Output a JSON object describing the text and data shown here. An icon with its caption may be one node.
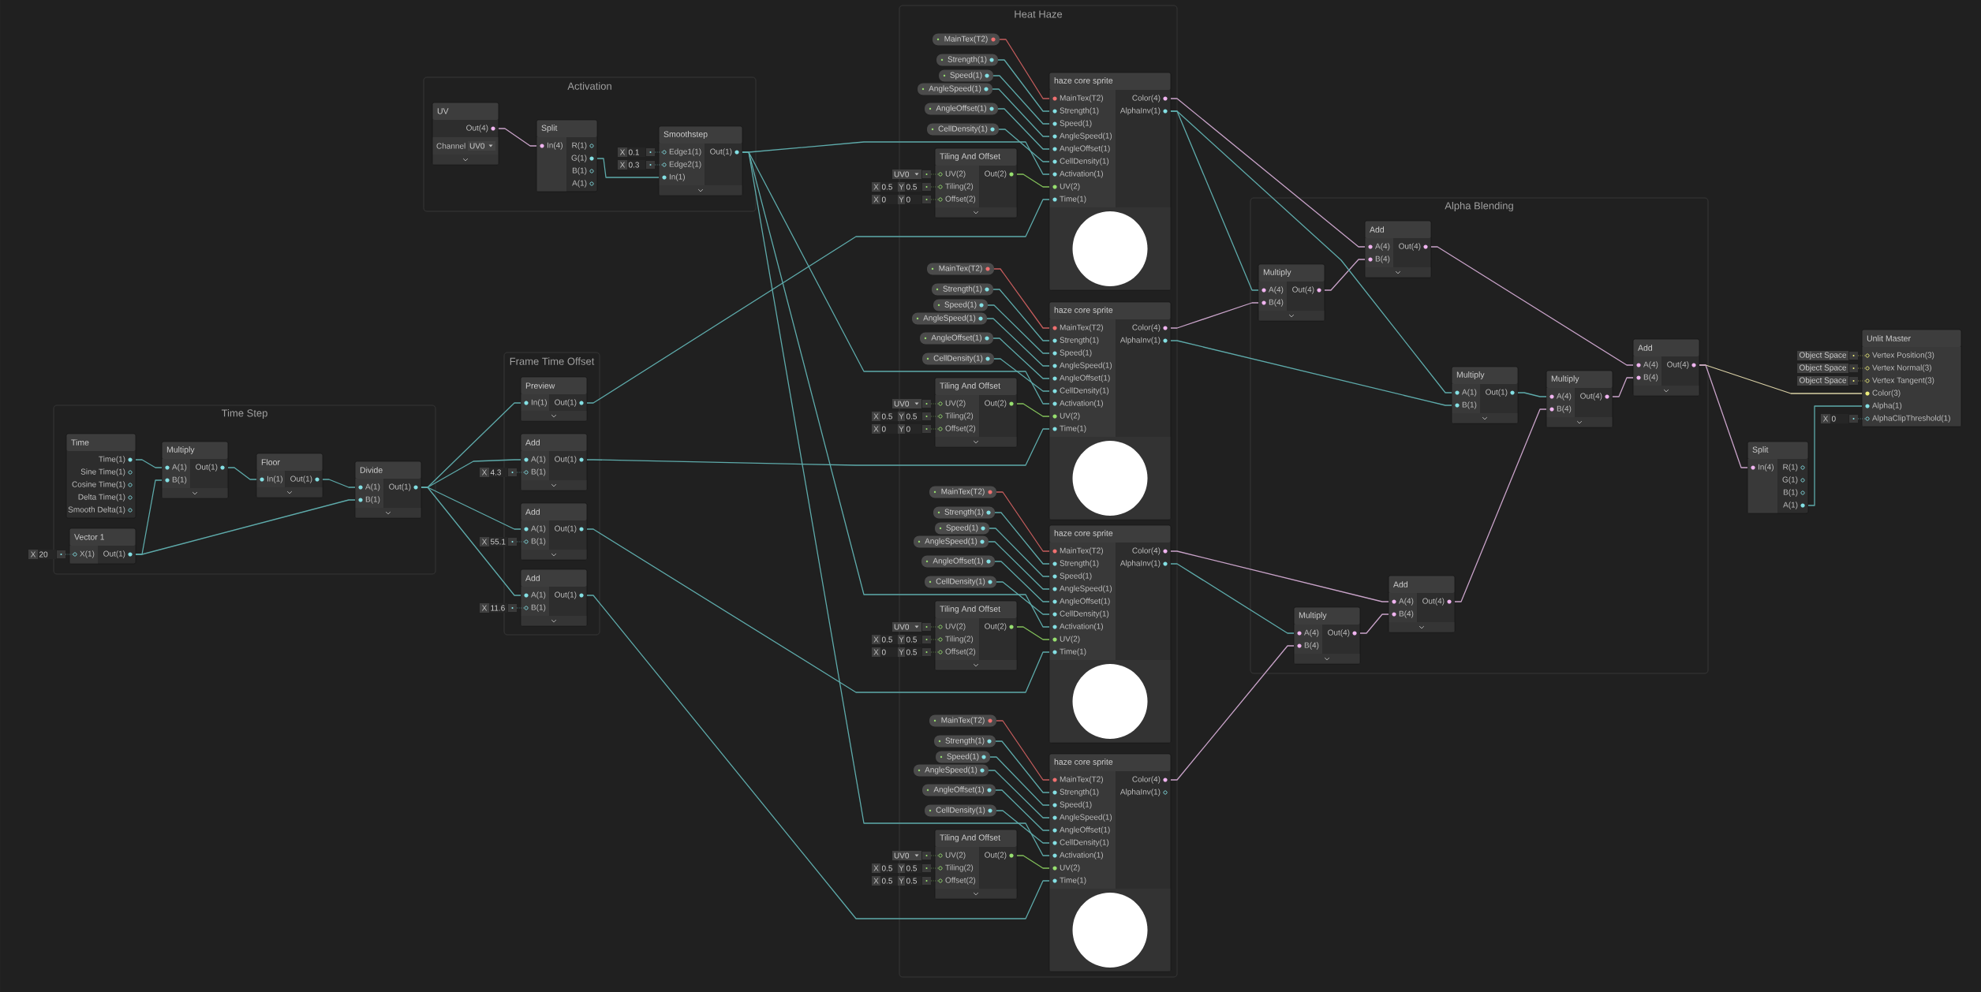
{
  "diagram": {
    "nodes": [
      {
        "text": [
          "Activation"
        ]
      },
      {
        "text": [
          "UV",
          "Out(4)",
          "Channel",
          "UV0"
        ],
        "in": 0
      },
      {
        "text": [
          "Split",
          "In(4)",
          "R(1)",
          "G(1)",
          "B(1)",
          "A(1)"
        ],
        "in": 0
      },
      {
        "text": [
          "Smoothstep",
          "Edge1(1)",
          "Edge2(1)",
          "In(1)",
          "Out(1)"
        ],
        "beside": [
          "X",
          "0.1",
          "X",
          "0.3"
        ],
        "in": 0
      },
      {
        "text": [
          "Time Step"
        ]
      },
      {
        "text": [
          "Time",
          "Time(1)",
          "Sine Time(1)",
          "Cosine Time(1)",
          "Delta Time(1)",
          "Smooth Delta(1)"
        ],
        "in": 4
      },
      {
        "text": [
          "Multiply",
          "A(1)",
          "B(1)",
          "Out(1)"
        ],
        "in": 4
      },
      {
        "text": [
          "Floor",
          "In(1)",
          "Out(1)"
        ],
        "in": 4
      },
      {
        "text": [
          "Divide",
          "A(1)",
          "B(1)",
          "Out(1)"
        ],
        "in": 4
      },
      {
        "text": [
          "Vector 1",
          "X(1)",
          "Out(1)"
        ],
        "beside": [
          "X",
          "20"
        ],
        "in": 4
      },
      {
        "text": [
          "Frame Time Offset"
        ]
      },
      {
        "text": [
          "Preview",
          "In(1)",
          "Out(1)"
        ],
        "in": 10
      },
      {
        "text": [
          "Add",
          "A(1)",
          "B(1)",
          "Out(1)"
        ],
        "beside": [
          "X",
          "4.3"
        ],
        "in": 10
      },
      {
        "text": [
          "Add",
          "A(1)",
          "B(1)",
          "Out(1)"
        ],
        "beside": [
          "X",
          "55.1"
        ],
        "in": 10
      },
      {
        "text": [
          "Add",
          "A(1)",
          "B(1)",
          "Out(1)"
        ],
        "beside": [
          "X",
          "11.6"
        ],
        "in": 10
      },
      {
        "text": [
          "Heat Haze"
        ]
      },
      {
        "text": [
          "MainTex(T2)"
        ],
        "in": 15
      },
      {
        "text": [
          "Strength(1)"
        ],
        "in": 15
      },
      {
        "text": [
          "Speed(1)"
        ],
        "in": 15
      },
      {
        "text": [
          "AngleSpeed(1)"
        ],
        "in": 15
      },
      {
        "text": [
          "AngleOffset(1)"
        ],
        "in": 15
      },
      {
        "text": [
          "CellDensity(1)"
        ],
        "in": 15
      },
      {
        "text": [
          "Tiling And Offset",
          "UV(2)",
          "Tiling(2)",
          "Offset(2)",
          "Out(2)"
        ],
        "beside": [
          "UV0",
          "X",
          "0.5",
          "Y",
          "0.5",
          "X",
          "0",
          "Y",
          "0"
        ],
        "in": 15
      },
      {
        "text": [
          "haze core sprite",
          "MainTex(T2)",
          "Strength(1)",
          "Speed(1)",
          "AngleSpeed(1)",
          "AngleOffset(1)",
          "CellDensity(1)",
          "Activation(1)",
          "UV(2)",
          "Time(1)",
          "Color(4)",
          "AlphaInv(1)"
        ],
        "in": 15
      },
      {
        "text": [
          "MainTex(T2)"
        ],
        "in": 15
      },
      {
        "text": [
          "Strength(1)"
        ],
        "in": 15
      },
      {
        "text": [
          "Speed(1)"
        ],
        "in": 15
      },
      {
        "text": [
          "AngleSpeed(1)"
        ],
        "in": 15
      },
      {
        "text": [
          "AngleOffset(1)"
        ],
        "in": 15
      },
      {
        "text": [
          "CellDensity(1)"
        ],
        "in": 15
      },
      {
        "text": [
          "Tiling And Offset",
          "UV(2)",
          "Tiling(2)",
          "Offset(2)",
          "Out(2)"
        ],
        "beside": [
          "UV0",
          "X",
          "0.5",
          "Y",
          "0.5",
          "X",
          "0",
          "Y",
          "0"
        ],
        "in": 15
      },
      {
        "text": [
          "haze core sprite",
          "MainTex(T2)",
          "Strength(1)",
          "Speed(1)",
          "AngleSpeed(1)",
          "AngleOffset(1)",
          "CellDensity(1)",
          "Activation(1)",
          "UV(2)",
          "Time(1)",
          "Color(4)",
          "AlphaInv(1)"
        ],
        "in": 15
      },
      {
        "text": [
          "MainTex(T2)"
        ],
        "in": 15
      },
      {
        "text": [
          "Strength(1)"
        ],
        "in": 15
      },
      {
        "text": [
          "Speed(1)"
        ],
        "in": 15
      },
      {
        "text": [
          "AngleSpeed(1)"
        ],
        "in": 15
      },
      {
        "text": [
          "AngleOffset(1)"
        ],
        "in": 15
      },
      {
        "text": [
          "CellDensity(1)"
        ],
        "in": 15
      },
      {
        "text": [
          "Tiling And Offset",
          "UV(2)",
          "Tiling(2)",
          "Offset(2)",
          "Out(2)"
        ],
        "beside": [
          "UV0",
          "X",
          "0.5",
          "Y",
          "0.5",
          "X",
          "0",
          "Y",
          "0.5"
        ],
        "in": 15
      },
      {
        "text": [
          "haze core sprite",
          "MainTex(T2)",
          "Strength(1)",
          "Speed(1)",
          "AngleSpeed(1)",
          "AngleOffset(1)",
          "CellDensity(1)",
          "Activation(1)",
          "UV(2)",
          "Time(1)",
          "Color(4)",
          "AlphaInv(1)"
        ],
        "in": 15
      },
      {
        "text": [
          "MainTex(T2)"
        ],
        "in": 15
      },
      {
        "text": [
          "Strength(1)"
        ],
        "in": 15
      },
      {
        "text": [
          "Speed(1)"
        ],
        "in": 15
      },
      {
        "text": [
          "AngleSpeed(1)"
        ],
        "in": 15
      },
      {
        "text": [
          "AngleOffset(1)"
        ],
        "in": 15
      },
      {
        "text": [
          "CellDensity(1)"
        ],
        "in": 15
      },
      {
        "text": [
          "Tiling And Offset",
          "UV(2)",
          "Tiling(2)",
          "Offset(2)",
          "Out(2)"
        ],
        "beside": [
          "UV0",
          "X",
          "0.5",
          "Y",
          "0.5",
          "X",
          "0.5",
          "Y",
          "0.5"
        ],
        "in": 15
      },
      {
        "text": [
          "haze core sprite",
          "MainTex(T2)",
          "Strength(1)",
          "Speed(1)",
          "AngleSpeed(1)",
          "AngleOffset(1)",
          "CellDensity(1)",
          "Activation(1)",
          "UV(2)",
          "Time(1)",
          "Color(4)",
          "AlphaInv(1)"
        ],
        "in": 15
      },
      {
        "text": [
          "Alpha Blending"
        ]
      },
      {
        "text": [
          "Multiply",
          "A(4)",
          "B(4)",
          "Out(4)"
        ],
        "in": 48
      },
      {
        "text": [
          "Add",
          "A(4)",
          "B(4)",
          "Out(4)"
        ],
        "in": 48
      },
      {
        "text": [
          "Multiply",
          "A(1)",
          "B(1)",
          "Out(1)"
        ],
        "in": 48
      },
      {
        "text": [
          "Multiply",
          "A(4)",
          "B(4)",
          "Out(4)"
        ],
        "in": 48
      },
      {
        "text": [
          "Add",
          "A(4)",
          "B(4)",
          "Out(4)"
        ],
        "in": 48
      },
      {
        "text": [
          "Add",
          "A(4)",
          "B(4)",
          "Out(4)"
        ],
        "in": 48
      },
      {
        "text": [
          "Multiply",
          "A(4)",
          "B(4)",
          "Out(4)"
        ],
        "in": 48
      },
      {
        "text": [
          "Split",
          "In(4)",
          "R(1)",
          "G(1)",
          "B(1)",
          "A(1)"
        ]
      },
      {
        "text": [
          "Unlit Master",
          "Vertex Position(3)",
          "Vertex Normal(3)",
          "Vertex Tangent(3)",
          "Color(3)",
          "Alpha(1)",
          "AlphaClipThreshold(1)"
        ],
        "beside": [
          "Object Space",
          "Object Space",
          "Object Space",
          "X",
          "0"
        ]
      }
    ],
    "edges": [
      {
        "from": 1,
        "to": 2,
        "arrow": "none",
        "color": "#c9a3c9"
      },
      {
        "from": 2,
        "to": 3,
        "arrow": "none"
      },
      {
        "from": 3,
        "to": 23,
        "arrow": "none"
      },
      {
        "from": 3,
        "to": 31,
        "arrow": "none"
      },
      {
        "from": 3,
        "to": 39,
        "arrow": "none"
      },
      {
        "from": 3,
        "to": 47,
        "arrow": "none"
      },
      {
        "from": 5,
        "to": 6,
        "arrow": "none"
      },
      {
        "from": 9,
        "to": 6,
        "arrow": "none"
      },
      {
        "from": 9,
        "to": 8,
        "arrow": "none"
      },
      {
        "from": 6,
        "to": 7,
        "arrow": "none"
      },
      {
        "from": 7,
        "to": 8,
        "arrow": "none"
      },
      {
        "from": 8,
        "to": 11,
        "arrow": "none"
      },
      {
        "from": 8,
        "to": 12,
        "arrow": "none"
      },
      {
        "from": 8,
        "to": 13,
        "arrow": "none"
      },
      {
        "from": 8,
        "to": 14,
        "arrow": "none"
      },
      {
        "from": 11,
        "to": 23,
        "arrow": "none"
      },
      {
        "from": 12,
        "to": 31,
        "arrow": "none"
      },
      {
        "from": 13,
        "to": 39,
        "arrow": "none"
      },
      {
        "from": 14,
        "to": 47,
        "arrow": "none"
      },
      {
        "from": 16,
        "to": 23,
        "arrow": "none",
        "color": "#c45c5c"
      },
      {
        "from": 17,
        "to": 23,
        "arrow": "none"
      },
      {
        "from": 18,
        "to": 23,
        "arrow": "none"
      },
      {
        "from": 19,
        "to": 23,
        "arrow": "none"
      },
      {
        "from": 20,
        "to": 23,
        "arrow": "none"
      },
      {
        "from": 21,
        "to": 23,
        "arrow": "none"
      },
      {
        "from": 22,
        "to": 23,
        "arrow": "none",
        "color": "#82c05a"
      },
      {
        "from": 24,
        "to": 31,
        "arrow": "none",
        "color": "#c45c5c"
      },
      {
        "from": 25,
        "to": 31,
        "arrow": "none"
      },
      {
        "from": 26,
        "to": 31,
        "arrow": "none"
      },
      {
        "from": 27,
        "to": 31,
        "arrow": "none"
      },
      {
        "from": 28,
        "to": 31,
        "arrow": "none"
      },
      {
        "from": 29,
        "to": 31,
        "arrow": "none"
      },
      {
        "from": 30,
        "to": 31,
        "arrow": "none",
        "color": "#82c05a"
      },
      {
        "from": 32,
        "to": 39,
        "arrow": "none",
        "color": "#c45c5c"
      },
      {
        "from": 33,
        "to": 39,
        "arrow": "none"
      },
      {
        "from": 34,
        "to": 39,
        "arrow": "none"
      },
      {
        "from": 35,
        "to": 39,
        "arrow": "none"
      },
      {
        "from": 36,
        "to": 39,
        "arrow": "none"
      },
      {
        "from": 37,
        "to": 39,
        "arrow": "none"
      },
      {
        "from": 38,
        "to": 39,
        "arrow": "none",
        "color": "#82c05a"
      },
      {
        "from": 40,
        "to": 47,
        "arrow": "none",
        "color": "#c45c5c"
      },
      {
        "from": 41,
        "to": 47,
        "arrow": "none"
      },
      {
        "from": 42,
        "to": 47,
        "arrow": "none"
      },
      {
        "from": 43,
        "to": 47,
        "arrow": "none"
      },
      {
        "from": 44,
        "to": 47,
        "arrow": "none"
      },
      {
        "from": 45,
        "to": 47,
        "arrow": "none"
      },
      {
        "from": 46,
        "to": 47,
        "arrow": "none",
        "color": "#82c05a"
      },
      {
        "from": 23,
        "to": 50,
        "arrow": "none",
        "color": "#c9a3c9"
      },
      {
        "from": 23,
        "to": 49,
        "arrow": "none"
      },
      {
        "from": 31,
        "to": 49,
        "arrow": "none",
        "color": "#c9a3c9"
      },
      {
        "from": 49,
        "to": 50,
        "arrow": "none",
        "color": "#c9a3c9"
      },
      {
        "from": 23,
        "to": 51,
        "arrow": "none"
      },
      {
        "from": 31,
        "to": 51,
        "arrow": "none"
      },
      {
        "from": 51,
        "to": 52,
        "arrow": "none"
      },
      {
        "from": 54,
        "to": 52,
        "arrow": "none",
        "color": "#c9a3c9"
      },
      {
        "from": 52,
        "to": 53,
        "arrow": "none",
        "color": "#c9a3c9"
      },
      {
        "from": 50,
        "to": 53,
        "arrow": "none",
        "color": "#c9a3c9"
      },
      {
        "from": 39,
        "to": 54,
        "arrow": "none",
        "color": "#c9a3c9"
      },
      {
        "from": 39,
        "to": 55,
        "arrow": "none"
      },
      {
        "from": 47,
        "to": 55,
        "arrow": "none",
        "color": "#c9a3c9"
      },
      {
        "from": 55,
        "to": 54,
        "arrow": "none",
        "color": "#c9a3c9"
      },
      {
        "from": 53,
        "to": 57,
        "arrow": "none",
        "color": "#d8cfa4"
      },
      {
        "from": 53,
        "to": 56,
        "arrow": "none",
        "color": "#c9a3c9"
      },
      {
        "from": 56,
        "to": 57,
        "arrow": "none"
      }
    ]
  }
}
